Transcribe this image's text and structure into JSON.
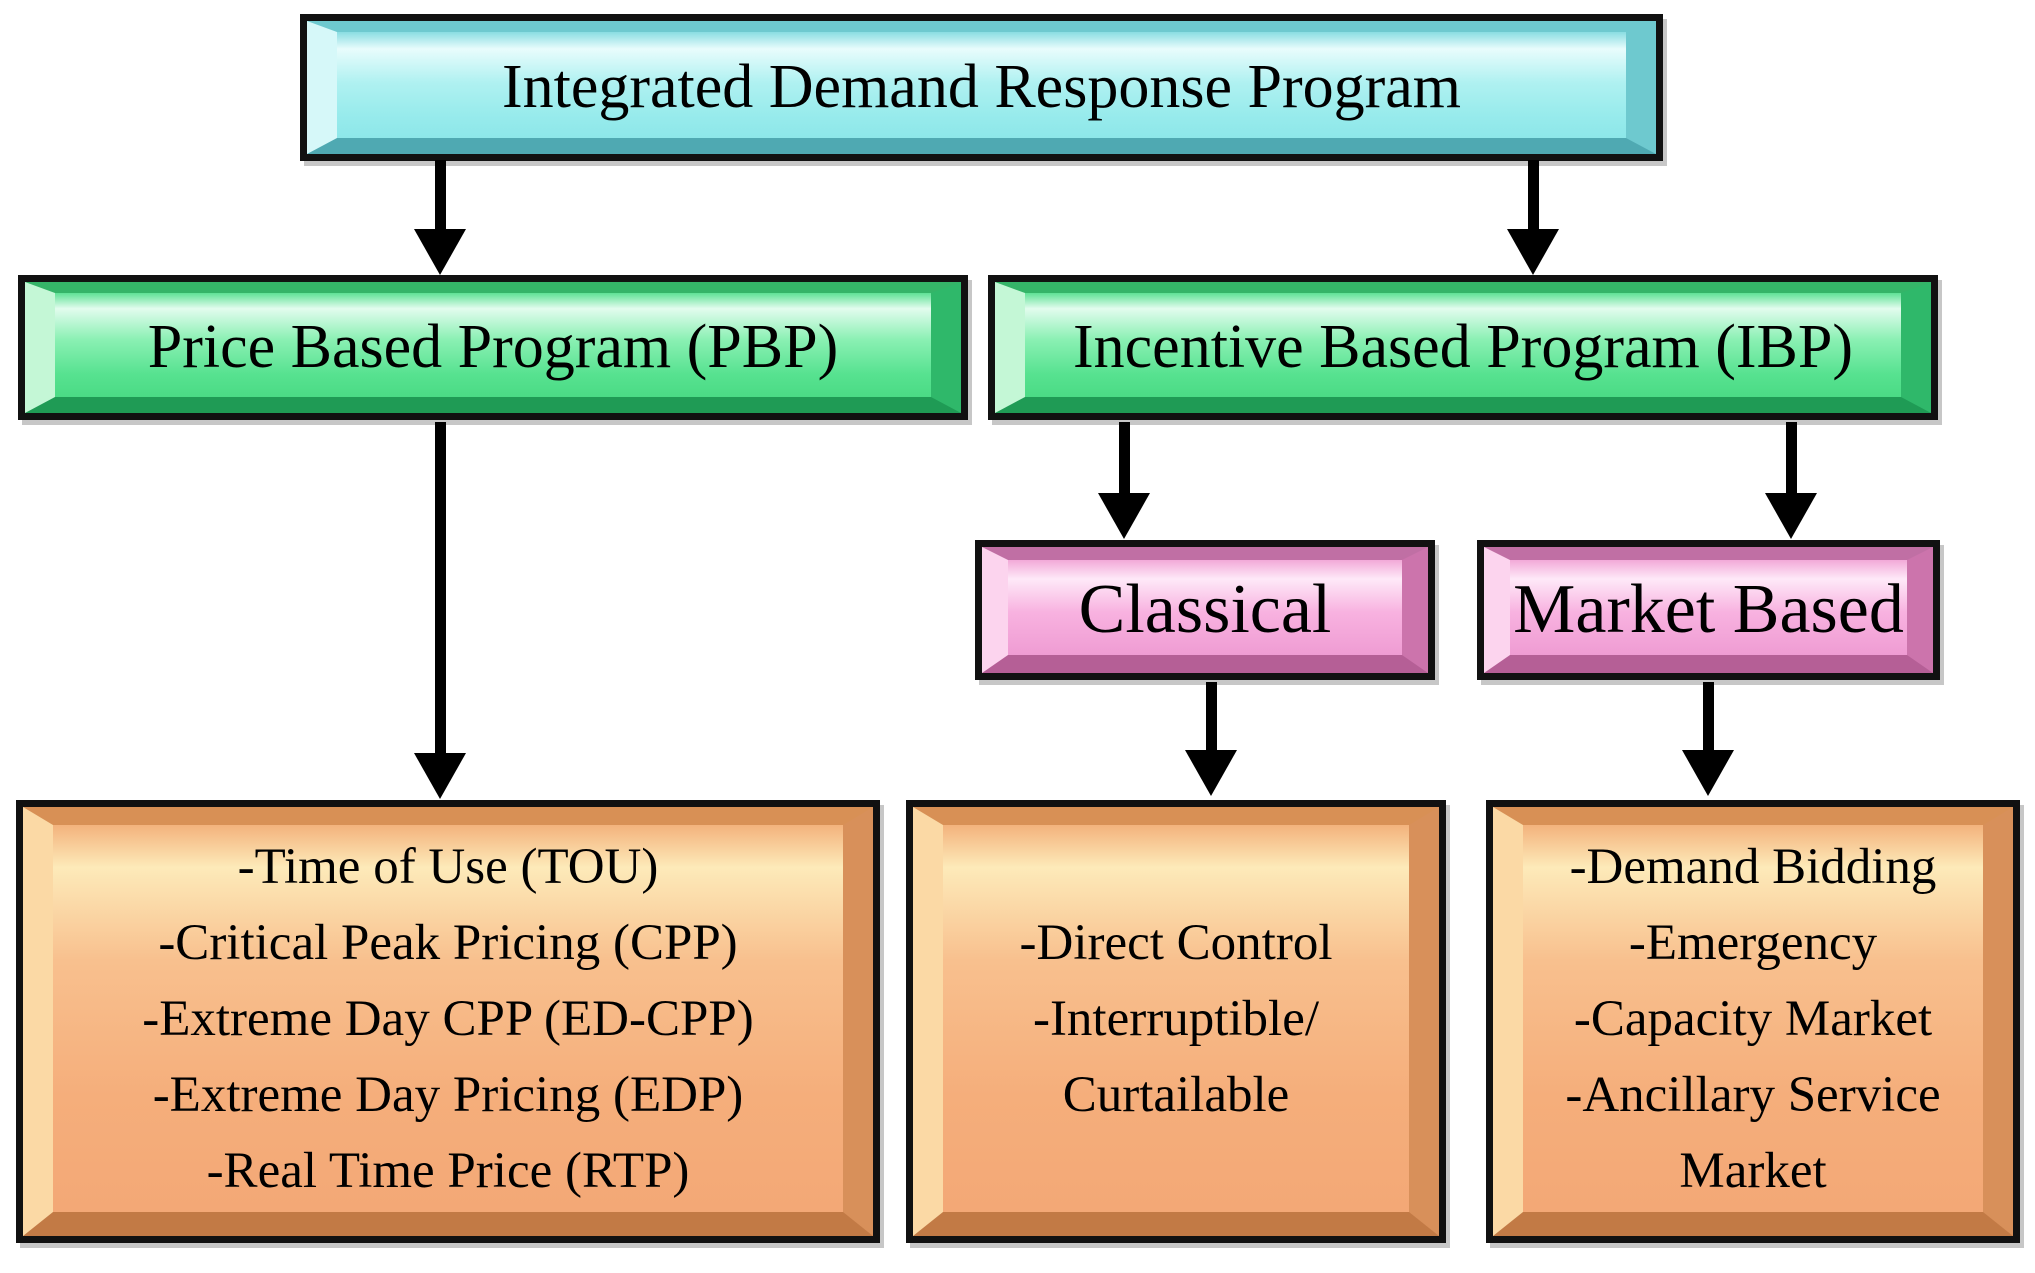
{
  "palette": {
    "root_fill": "#9FECEC",
    "branch_fill": "#55E18E",
    "sub_fill": "#F7AEDE",
    "leaf_fill": "#F5AE7B",
    "outline": "#111111",
    "arrow": "#000000"
  },
  "nodes": {
    "root": {
      "label": "Integrated Demand Response Program"
    },
    "pbp": {
      "label": "Price Based Program (PBP)"
    },
    "ibp": {
      "label": "Incentive Based Program (IBP)"
    },
    "classical": {
      "label": "Classical"
    },
    "market": {
      "label": "Market Based"
    },
    "pbp_leaf": {
      "lines": [
        "-Time of Use (TOU)",
        "-Critical Peak Pricing (CPP)",
        "-Extreme Day CPP (ED-CPP)",
        "-Extreme Day Pricing (EDP)",
        "-Real Time Price (RTP)"
      ]
    },
    "classical_leaf": {
      "lines": [
        "-Direct Control",
        "-Interruptible/",
        "Curtailable"
      ]
    },
    "market_leaf": {
      "lines": [
        "-Demand Bidding",
        "-Emergency",
        "-Capacity Market",
        "-Ancillary Service",
        "Market"
      ]
    }
  }
}
